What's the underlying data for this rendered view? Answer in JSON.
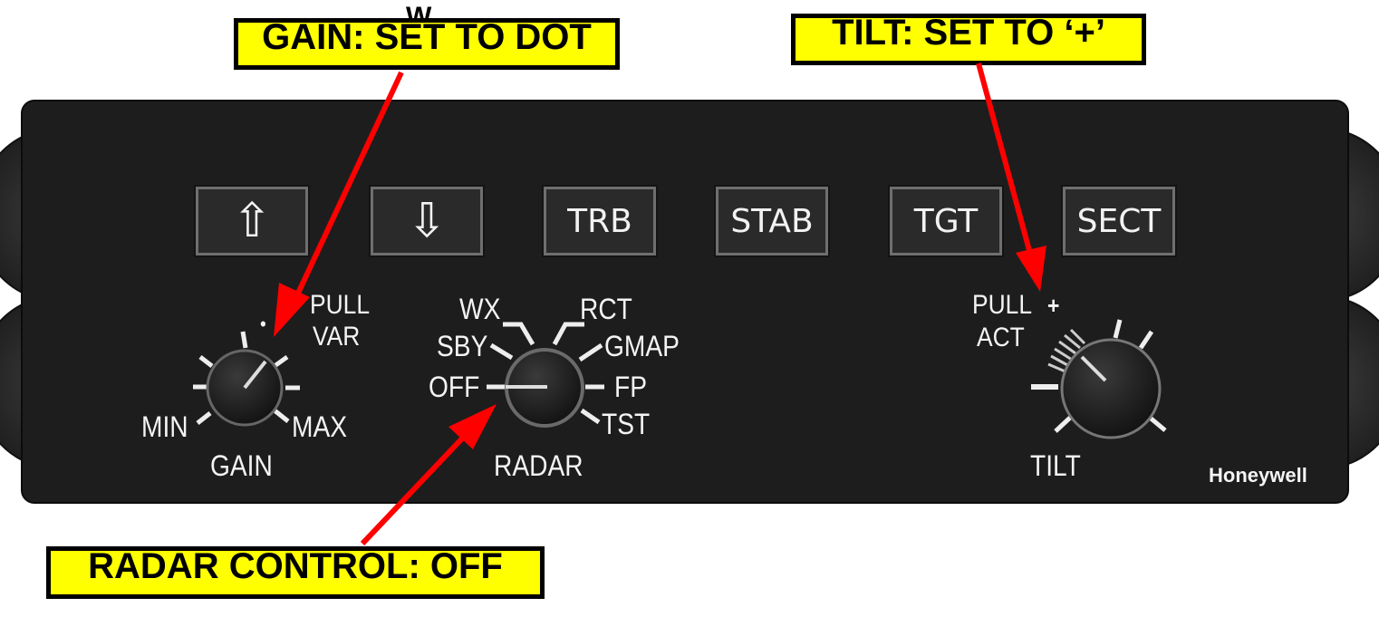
{
  "callouts": {
    "gain": "GAIN: SET TO DOT",
    "tilt": "TILT: SET TO ‘+’",
    "radar": "RADAR CONTROL: OFF",
    "stray_letter": "W"
  },
  "buttons": {
    "up_icon": "⇧",
    "down_icon": "⇩",
    "trb": "TRB",
    "stab": "STAB",
    "tgt": "TGT",
    "sect": "SECT"
  },
  "gain": {
    "pull": "PULL",
    "var": "VAR",
    "min": "MIN",
    "max": "MAX",
    "label": "GAIN",
    "dot": "•"
  },
  "radar": {
    "wx": "WX",
    "rct": "RCT",
    "sby": "SBY",
    "gmap": "GMAP",
    "off": "OFF",
    "fp": "FP",
    "tst": "TST",
    "label": "RADAR"
  },
  "tilt": {
    "pull": "PULL",
    "act": "ACT",
    "plus": "+",
    "label": "TILT"
  },
  "brand": "Honeywell",
  "colors": {
    "panel": "#1d1d1d",
    "callout": "#ffff00",
    "arrow": "#ff0000",
    "text": "#f4f4f4"
  }
}
